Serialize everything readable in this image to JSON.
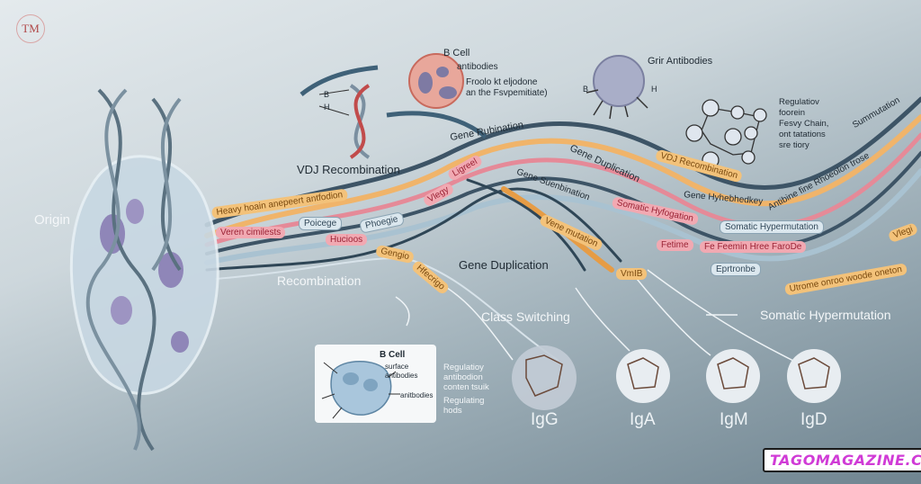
{
  "logo": {
    "text": "TM"
  },
  "watermark": "TAGOMAGAZINE.COM",
  "labels": {
    "origin": "Origin",
    "vdj_recombination": "VDJ Recombination",
    "recombination": "Recombination",
    "gene_duplication": "Gene Duplication",
    "class_switching": "Class Switching",
    "somatic_hypermutation": "Somatic Hypermutation",
    "dna_b": "B",
    "dna_h": "H",
    "virus_b": "B",
    "virus_h": "H"
  },
  "top_bcell": {
    "title": "B Cell",
    "line1": "antibodies",
    "line2": "Froolo kt eljodone",
    "line3": "an the Fsvpemitiate)"
  },
  "grir": "Grir Antibodies",
  "regulation_block": [
    "Regulatiov",
    "foorein",
    "Fesvy Chain,",
    "ont tatations",
    "sre tiory"
  ],
  "bands": {
    "gene_rubination": "Gene Rubination",
    "gene_duplication": "Gene Duplication",
    "vdj_band": "VDJ Recombination",
    "gene_hyhebhedkey": "Gene Hyhebhedkey",
    "gene_suenbination": "Gene Suenbination",
    "vene_mutation": "Vene mutation",
    "heavy_chain": "Heavy hoain anepeert antfodion",
    "veren": "Veren cimilests",
    "poicege": "Poicege",
    "phoegie": "Phoegie",
    "vlegy": "Vlegy",
    "ligreel": "Ligreel",
    "hucioos": "Hucioos",
    "gengio": "Gengio",
    "hfecrigo": "Hfecrigo",
    "somatic_band": "Somatic Hypermutation",
    "somatic_myogen": "Somatic Hyfogation",
    "fetime": "Fetime",
    "fe_hreemin": "Fe Feemin Hree FaroDe",
    "utrome": "Utrome onroo woode oneton",
    "eprtronbe": "Eprtronbe",
    "antibine": "Antibine fine Rhoeolon trose",
    "summutation": "Summutation",
    "vmib": "VmIB",
    "vlegi": "Vlegi"
  },
  "bottom_bcell": {
    "title": "B Cell",
    "surface": "surface",
    "antibodies": "antibodies",
    "anitbodies": "anitbodies"
  },
  "side_notes": [
    "Regulatioy",
    "antibodion",
    "conten tsuik",
    "Regulating",
    "hods"
  ],
  "isotypes": [
    "IgG",
    "IgA",
    "IgM",
    "IgD"
  ]
}
